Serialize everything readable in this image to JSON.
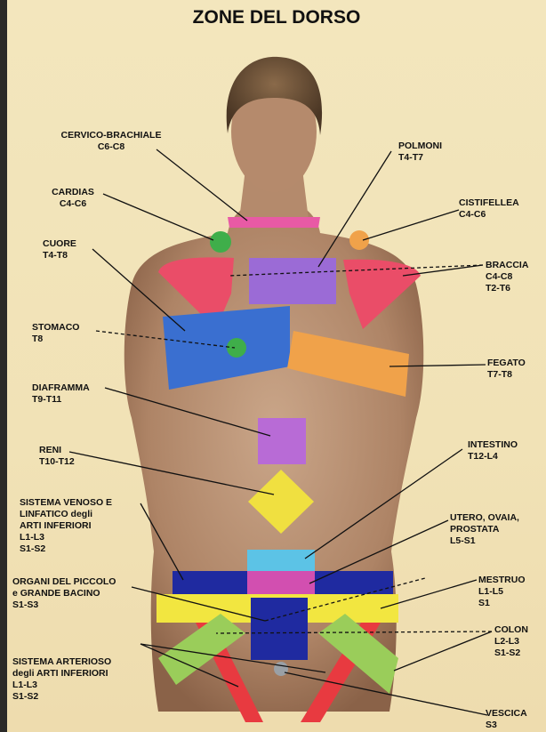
{
  "title": "ZONE DEL DORSO",
  "zones": [
    {
      "id": "cervico",
      "lines": [
        "CERVICO-BRACHIALE",
        "C6-C8"
      ],
      "color": "#e85aa5"
    },
    {
      "id": "polmoni",
      "lines": [
        "POLMONI",
        "T4-T7"
      ],
      "color": "#9b6bd6"
    },
    {
      "id": "cardias",
      "lines": [
        "CARDIAS",
        "C4-C6"
      ],
      "color": "#3fae4a"
    },
    {
      "id": "cistifellea",
      "lines": [
        "CISTIFELLEA",
        "C4-C6"
      ],
      "color": "#f0a24a"
    },
    {
      "id": "cuore",
      "lines": [
        "CUORE",
        "T4-T8"
      ],
      "color": "#3a6fd0"
    },
    {
      "id": "braccia",
      "lines": [
        "BRACCIA",
        "C4-C8",
        "T2-T6"
      ],
      "color": "#ea4d68"
    },
    {
      "id": "stomaco",
      "lines": [
        "STOMACO",
        "T8"
      ],
      "color": "#3fae4a"
    },
    {
      "id": "fegato",
      "lines": [
        "FEGATO",
        "T7-T8"
      ],
      "color": "#f0a24a"
    },
    {
      "id": "diaframma",
      "lines": [
        "DIAFRAMMA",
        "T9-T11"
      ],
      "color": "#b86bd6"
    },
    {
      "id": "reni",
      "lines": [
        "RENI",
        "T10-T12"
      ],
      "color": "#f0e040"
    },
    {
      "id": "intestino",
      "lines": [
        "INTESTINO",
        "T12-L4"
      ],
      "color": "#5cc3e6"
    },
    {
      "id": "venoso",
      "lines": [
        "SISTEMA VENOSO E",
        "LINFATICO degli",
        "ARTI INFERIORI",
        "L1-L3",
        "S1-S2"
      ],
      "color": "#1f2aa0"
    },
    {
      "id": "utero",
      "lines": [
        "UTERO, OVAIA,",
        "PROSTATA",
        "L5-S1"
      ],
      "color": "#d24fb0"
    },
    {
      "id": "organi",
      "lines": [
        "ORGANI DEL PICCOLO",
        "e GRANDE BACINO",
        "S1-S3"
      ],
      "color": "#1f2aa0"
    },
    {
      "id": "mestruo",
      "lines": [
        "MESTRUO",
        "L1-L5",
        "S1"
      ],
      "color": "#f2e640"
    },
    {
      "id": "colon",
      "lines": [
        "COLON",
        "L2-L3",
        "S1-S2"
      ],
      "color": "#9acd5a"
    },
    {
      "id": "arterioso",
      "lines": [
        "SISTEMA ARTERIOSO",
        "degli ARTI INFERIORI",
        "L1-L3",
        "S1-S2"
      ],
      "color": "#e83a40"
    },
    {
      "id": "vescica",
      "lines": [
        "VESCICA",
        "S3"
      ],
      "color": "#9aa0a6"
    }
  ]
}
